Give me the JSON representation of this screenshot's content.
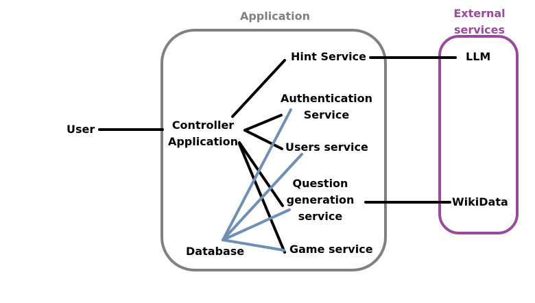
{
  "groups": {
    "application": {
      "title": "Application",
      "color": "#808080"
    },
    "external": {
      "title_line1": "External",
      "title_line2": "services",
      "color": "#9b4a9b"
    }
  },
  "nodes": {
    "user": "User",
    "controller": {
      "line1": "Controller",
      "line2": "Application"
    },
    "hint": "Hint Service",
    "auth": {
      "line1": "Authentication",
      "line2": "Service"
    },
    "users": "Users service",
    "question": {
      "line1": "Question",
      "line2": "generation",
      "line3": "service"
    },
    "game": "Game service",
    "database": "Database",
    "llm": "LLM",
    "wikidata": "WikiData"
  },
  "colors": {
    "connection_black": "#000000",
    "connection_database": "#6e8fb5"
  }
}
